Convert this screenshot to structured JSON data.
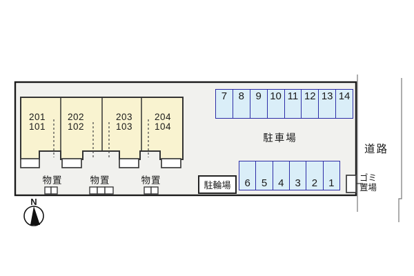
{
  "site": {
    "building": {
      "units": [
        {
          "upper": "201",
          "lower": "101"
        },
        {
          "upper": "202",
          "lower": "102"
        },
        {
          "upper": "203",
          "lower": "103"
        },
        {
          "upper": "204",
          "lower": "104"
        }
      ]
    },
    "storage": {
      "label": "物置",
      "groups": [
        {
          "cells": 2
        },
        {
          "cells": 3
        },
        {
          "cells": 2
        }
      ]
    },
    "parking": {
      "area_label": "駐車場",
      "top_row": [
        "7",
        "8",
        "9",
        "10",
        "11",
        "12",
        "13",
        "14"
      ],
      "bottom_row": [
        "6",
        "5",
        "4",
        "3",
        "2",
        "1"
      ]
    },
    "bicycle_parking_label": "駐輪場",
    "garbage": {
      "line1": "ゴミ",
      "line2": "置場"
    }
  },
  "road_label": "道路",
  "compass": {
    "north_label": "N"
  },
  "colors": {
    "site_fill": "#f1f1ee",
    "site_border": "#1a1a1a",
    "building_fill": "#f9f3d0",
    "building_border": "#333333",
    "parking_fill": "#daeef8",
    "parking_border": "#2b2ba6",
    "line_gray": "#777777",
    "text": "#1a1a1a"
  }
}
